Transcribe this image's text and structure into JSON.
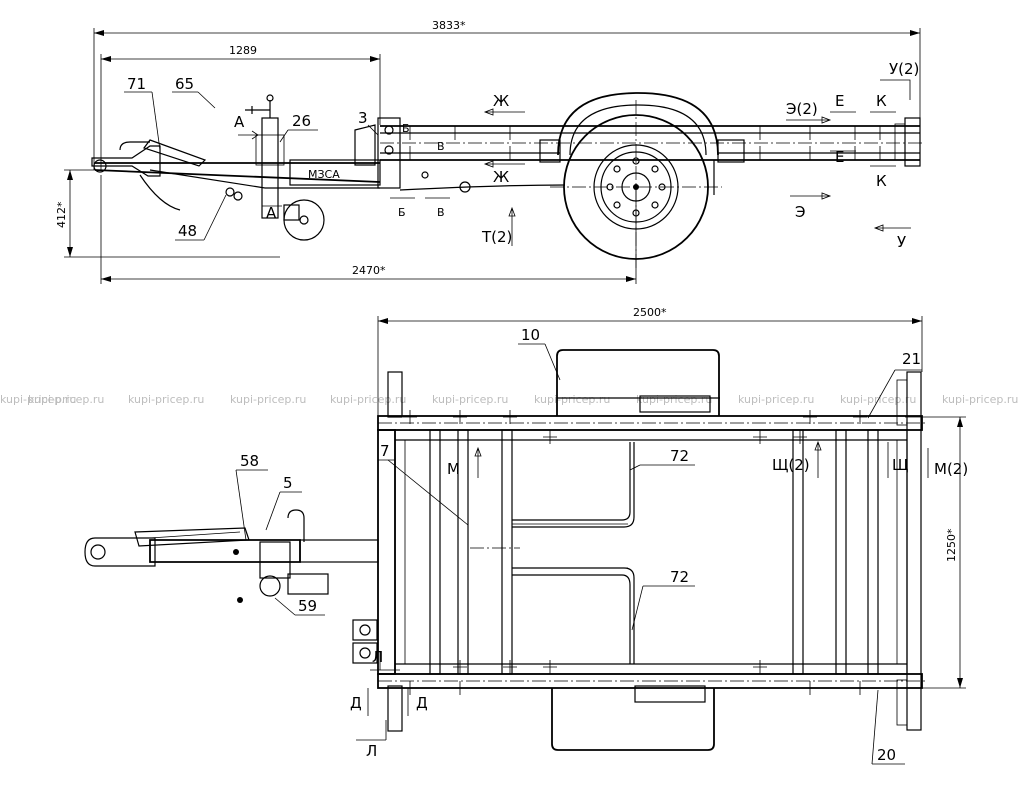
{
  "side_view": {
    "dimensions": {
      "overall_length": "3833*",
      "hitch_to_post": "1289",
      "height": "412*",
      "hitch_to_axle": "2470*"
    },
    "callouts": {
      "p71": "71",
      "p65": "65",
      "p26": "26",
      "p3": "3",
      "p48": "48"
    },
    "section_marks": {
      "a_top": "А",
      "a_bottom": "А",
      "zh_top": "Ж",
      "zh_bottom": "Ж",
      "b_top": "Б",
      "b_bottom": "Б",
      "v_top": "В",
      "v_bottom": "В",
      "t2": "Т(2)",
      "e2": "Э(2)",
      "e_low": "Э",
      "ye_top": "Е",
      "ye_bottom": "Е",
      "k_top": "К",
      "k_bottom": "К",
      "u2": "У(2)",
      "u": "У"
    },
    "brand_text": "МЗСА"
  },
  "plan_view": {
    "dimensions": {
      "length": "2500*",
      "width": "1250*"
    },
    "callouts": {
      "p10": "10",
      "p21": "21",
      "p7": "7",
      "p58": "58",
      "p5": "5",
      "p72_top": "72",
      "p72_bottom": "72",
      "p59": "59",
      "p20": "20"
    },
    "section_marks": {
      "m": "М",
      "m2": "М(2)",
      "shch2": "Щ(2)",
      "shch": "Щ",
      "l_top": "Л",
      "l_bottom": "Л",
      "d_left": "Д",
      "d_right": "Д"
    }
  },
  "watermark": {
    "text": "kupi-pricep.ru"
  }
}
